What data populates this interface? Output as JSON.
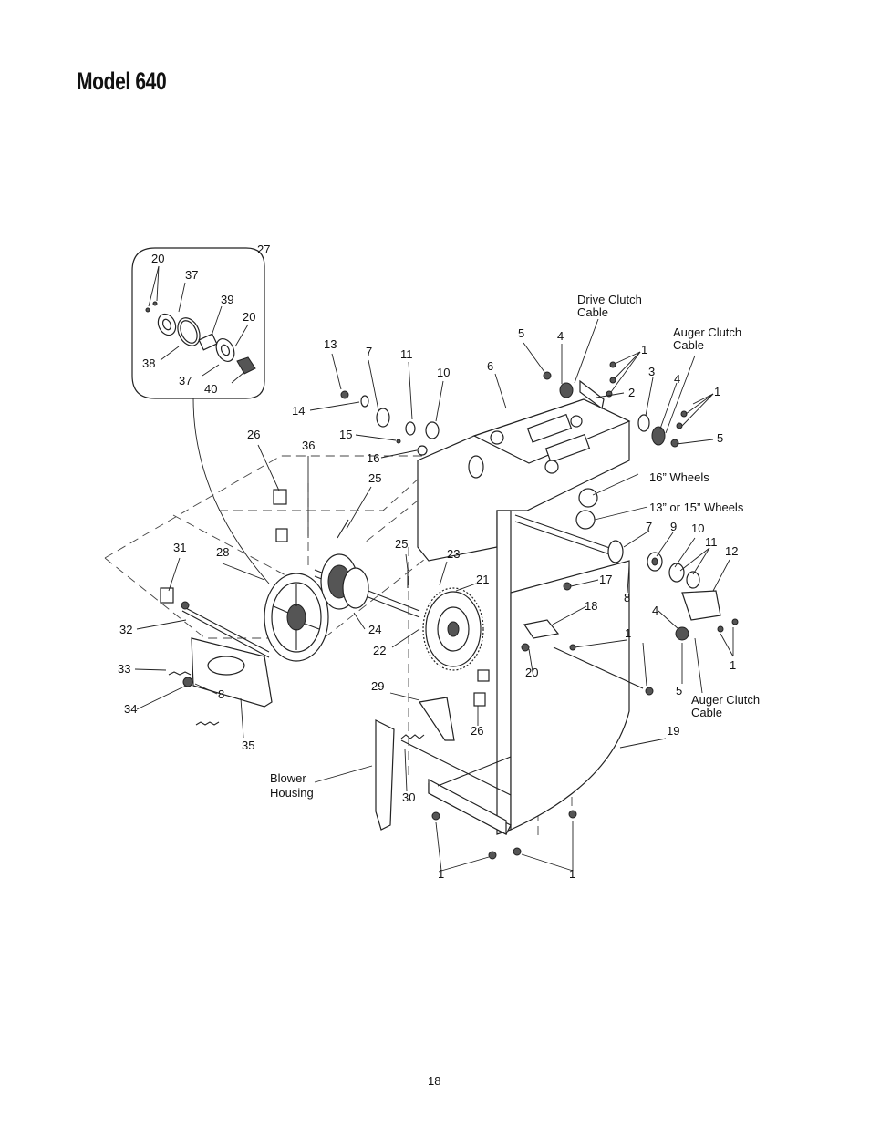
{
  "title": "Model 640",
  "page_number": "18",
  "callouts": [
    "20",
    "37",
    "39",
    "20",
    "38",
    "37",
    "40",
    "27",
    "13",
    "7",
    "11",
    "10",
    "6",
    "5",
    "4",
    "1",
    "2",
    "3",
    "4",
    "1",
    "5",
    "14",
    "15",
    "16",
    "26",
    "36",
    "25",
    "25",
    "31",
    "28",
    "23",
    "21",
    "17",
    "24",
    "22",
    "18",
    "20",
    "1",
    "32",
    "33",
    "8",
    "34",
    "35",
    "29",
    "26",
    "30",
    "19",
    "7",
    "9",
    "10",
    "11",
    "12",
    "8",
    "4",
    "5",
    "1",
    "1",
    "1"
  ],
  "text_labels": {
    "drive_clutch_cable": [
      "Drive Clutch",
      "Cable"
    ],
    "auger_clutch_cable_top": [
      "Auger Clutch",
      "Cable"
    ],
    "wheels_16": "16” Wheels",
    "wheels_13_15": "13” or 15” Wheels",
    "auger_clutch_cable_bottom": [
      "Auger Clutch",
      "Cable"
    ],
    "blower_housing": [
      "Blower",
      "Housing"
    ]
  }
}
